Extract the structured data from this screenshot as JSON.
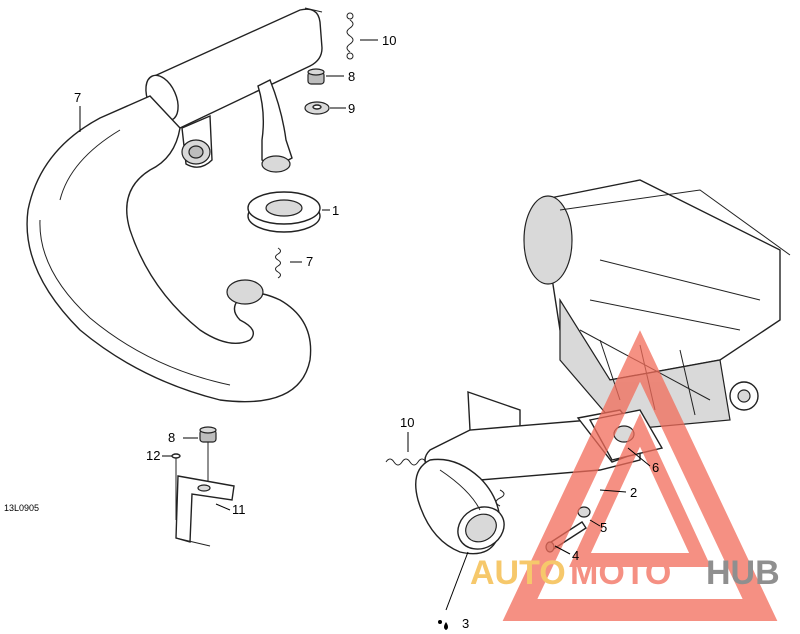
{
  "diagram": {
    "code": "13L0905",
    "callouts": [
      {
        "id": "c1",
        "text": "1"
      },
      {
        "id": "c2",
        "text": "2"
      },
      {
        "id": "c3",
        "text": "3"
      },
      {
        "id": "c4",
        "text": "4"
      },
      {
        "id": "c5",
        "text": "5"
      },
      {
        "id": "c6",
        "text": "6"
      },
      {
        "id": "c7a",
        "text": "7"
      },
      {
        "id": "c7b",
        "text": "7"
      },
      {
        "id": "c8a",
        "text": "8"
      },
      {
        "id": "c8b",
        "text": "8"
      },
      {
        "id": "c9",
        "text": "9"
      },
      {
        "id": "c10a",
        "text": "10"
      },
      {
        "id": "c10b",
        "text": "10"
      },
      {
        "id": "c11",
        "text": "11"
      },
      {
        "id": "c12",
        "text": "12"
      }
    ]
  },
  "watermark": {
    "part1": "AUTO",
    "part2": "MOTO",
    "part3": "HUB",
    "colors": {
      "auto": "#f4b63a",
      "moto": "#f26c5a",
      "hub": "#6a6a6a",
      "triangle": "#f26c5a"
    }
  }
}
